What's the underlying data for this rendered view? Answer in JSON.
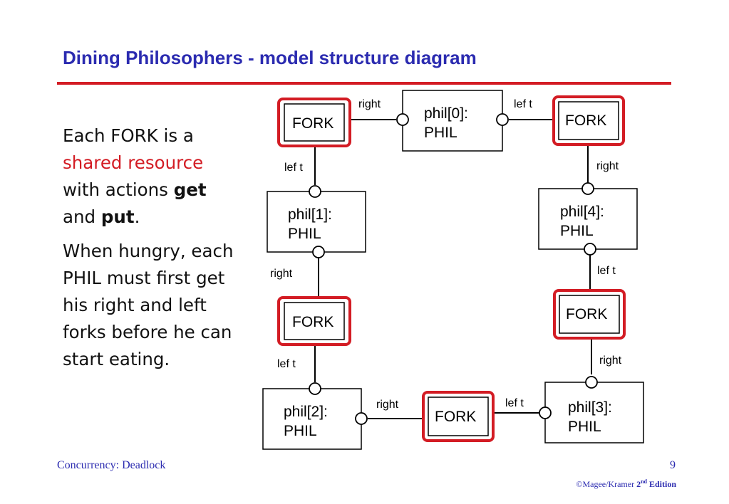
{
  "title": "Dining Philosophers - model structure diagram",
  "body": {
    "para1": {
      "part1": "Each FORK is a",
      "highlight": "shared resource",
      "part2": "with actions",
      "kw1": "get",
      "and": "and",
      "kw2": "put",
      "period": "."
    },
    "para2": "When hungry, each PHIL must first get his right and left forks before he can start eating."
  },
  "diagram": {
    "forks": [
      "FORK",
      "FORK",
      "FORK",
      "FORK",
      "FORK"
    ],
    "phils": [
      {
        "name": "phil[0]:",
        "type": "PHIL"
      },
      {
        "name": "phil[1]:",
        "type": "PHIL"
      },
      {
        "name": "phil[2]:",
        "type": "PHIL"
      },
      {
        "name": "phil[3]:",
        "type": "PHIL"
      },
      {
        "name": "phil[4]:",
        "type": "PHIL"
      }
    ],
    "port_labels": {
      "right": "right",
      "left": "lef t"
    }
  },
  "footer": {
    "left": "Concurrency: Deadlock",
    "page": "9",
    "copyright": "©Magee/Kramer",
    "edition_num": "2",
    "edition_sup": "nd",
    "edition_word": "Edition"
  },
  "colors": {
    "title": "#2b2bb0",
    "accent": "#d31c24"
  }
}
